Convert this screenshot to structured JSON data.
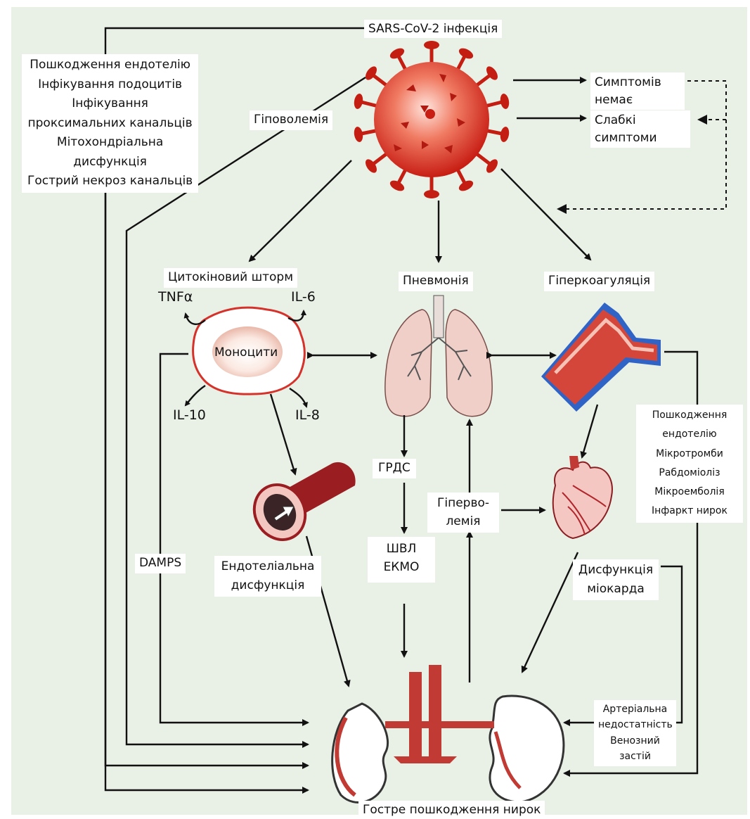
{
  "labels": {
    "infection": "SARS-CoV-2 інфекція",
    "hypovolemia": "Гіповолемія",
    "no_symptoms": [
      "Симптомів",
      "немає"
    ],
    "mild_symptoms": [
      "Слабкі",
      "симптоми"
    ],
    "renal_direct": [
      "Пошкодження ендотелію",
      "Інфікування подоцитів",
      "Інфікування",
      "проксимальних канальців",
      "Мітохондріальна",
      "дисфункція",
      "Гострий некроз канальців"
    ],
    "cytokine_storm": "Цитокіновий шторм",
    "pneumonia": "Пневмонія",
    "hypercoagulation": "Гіперкоагуляція",
    "tnf": "TNFα",
    "il6": "IL-6",
    "il10": "IL-10",
    "il8": "IL-8",
    "monocytes": "Моноцити",
    "ards": "ГРДС",
    "ventilation": [
      "ШВЛ",
      "ЕКМО"
    ],
    "hypervolemia": [
      "Гіперво-",
      "лемія"
    ],
    "endothelial_dysfunction": [
      "Ендотеліальна",
      "дисфункція"
    ],
    "damps": "DAMPS",
    "myocardial_dysfunction": [
      "Дисфункція",
      "міокарда"
    ],
    "thrombo_list": [
      "Пошкодження",
      "ендотелію",
      "Мікротромби",
      "Рабдоміоліз",
      "Мікроемболія",
      "Інфаркт нирок"
    ],
    "arterial": [
      "Артеріальна",
      "недостатність",
      "Венозний",
      "застій"
    ],
    "aki": "Гостре пошкодження нирок"
  }
}
